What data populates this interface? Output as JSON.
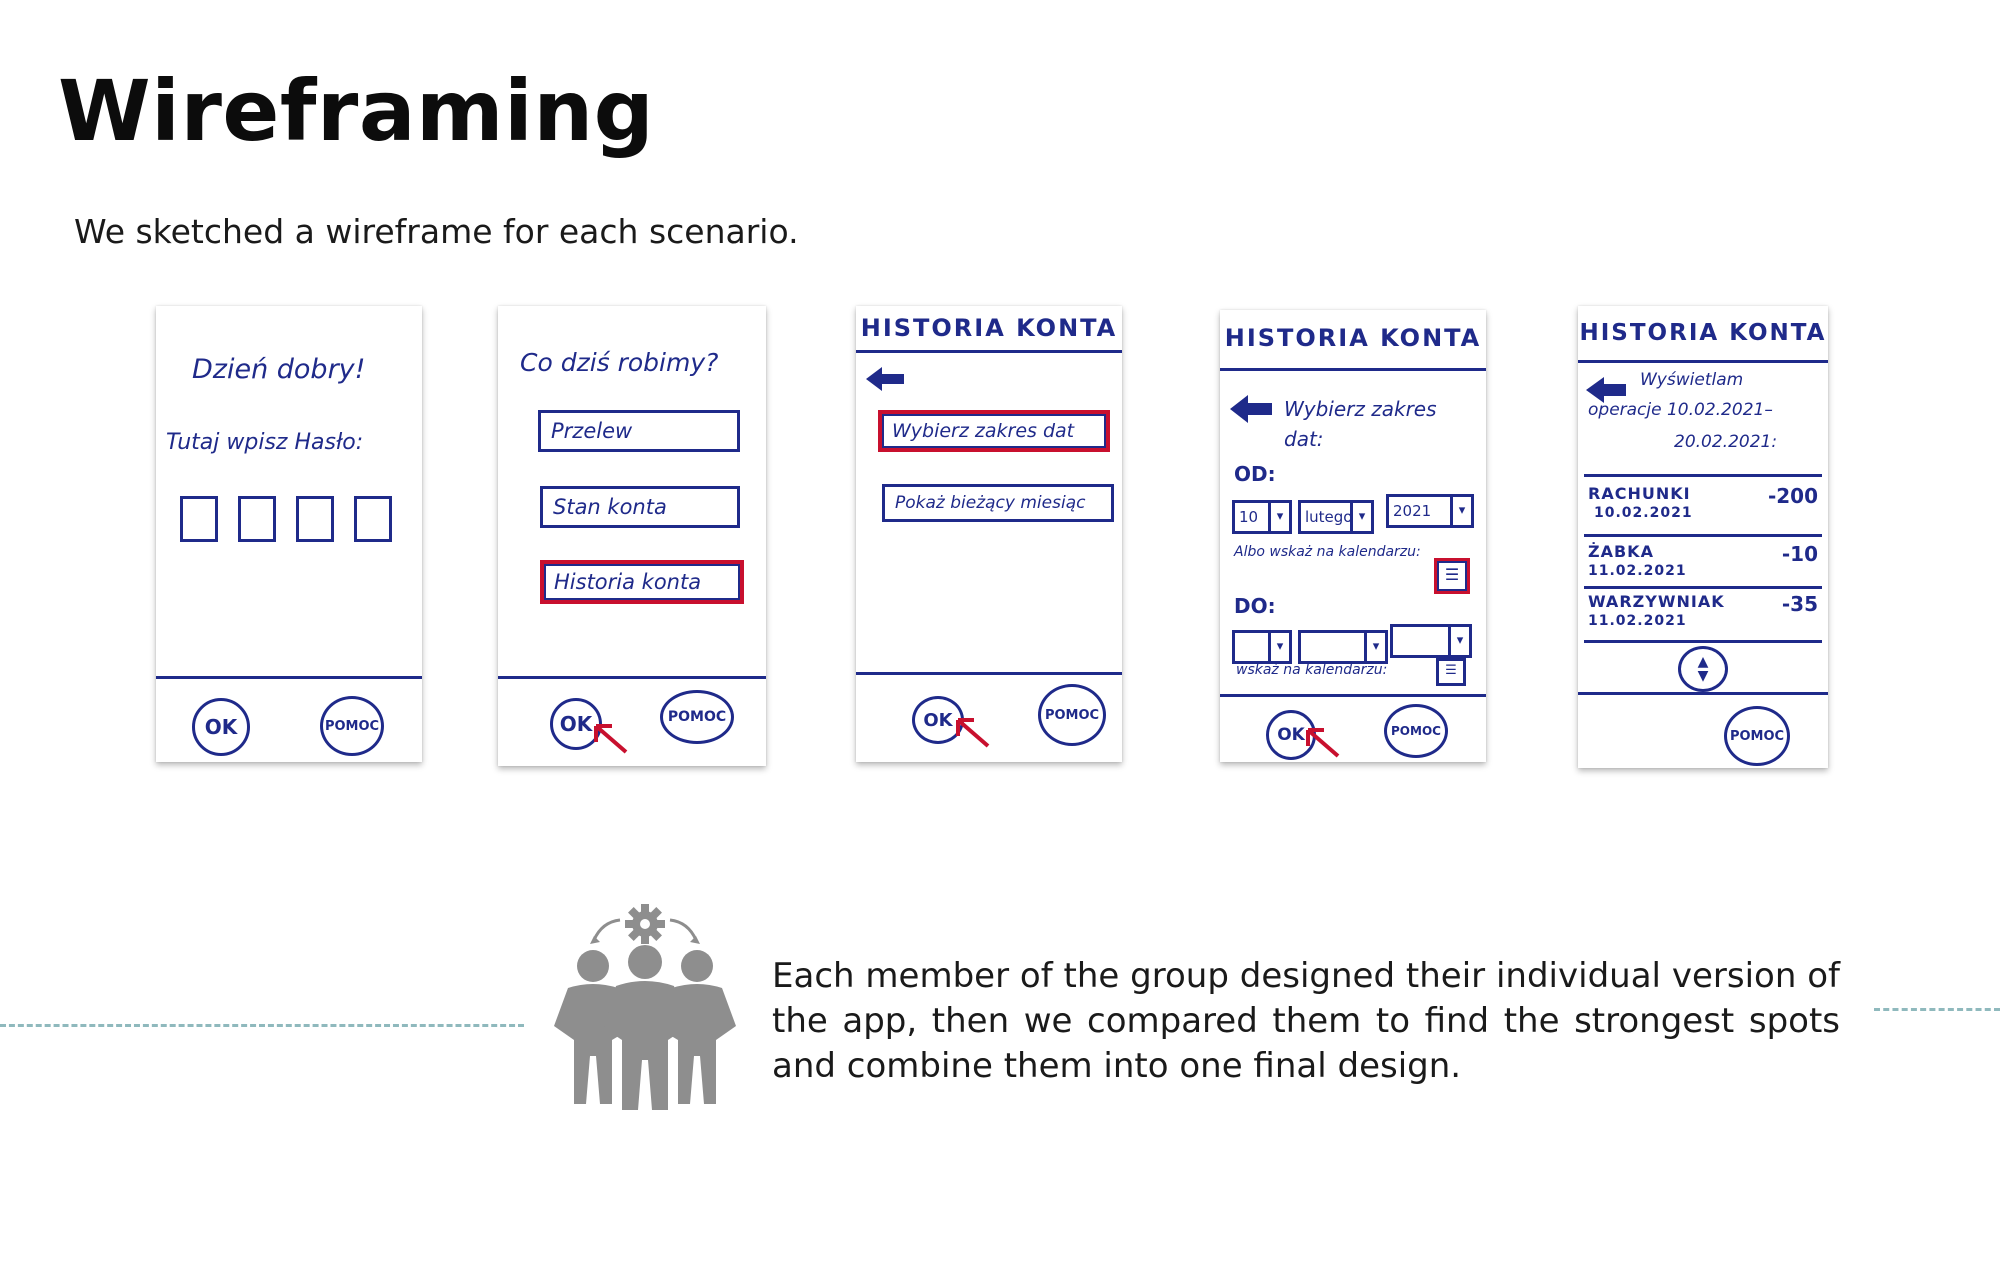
{
  "title": "Wireframing",
  "subtitle": "We sketched a wireframe for each scenario.",
  "wireframes": [
    {
      "greeting": "Dzień dobry!",
      "prompt": "Tutaj wpisz Hasło:",
      "ok": "OK",
      "help": "POMOC"
    },
    {
      "question": "Co dziś robimy?",
      "options": [
        "Przelew",
        "Stan konta",
        "Historia konta"
      ],
      "ok": "OK",
      "help": "POMOC"
    },
    {
      "header": "HISTORIA KONTA",
      "options": [
        "Wybierz zakres dat",
        "Pokaż bieżący miesiąc"
      ],
      "ok": "OK",
      "help": "POMOC"
    },
    {
      "header": "HISTORIA KONTA",
      "prompt": "Wybierz zakres dat:",
      "from_label": "OD:",
      "from_day": "10",
      "from_month": "lutego",
      "from_year": "2021",
      "calendar_hint": "Albo wskaż na kalendarzu:",
      "to_label": "DO:",
      "to_calendar_hint": "wskaż na kalendarzu:",
      "ok": "OK",
      "help": "POMOC"
    },
    {
      "header": "HISTORIA KONTA",
      "info_line1": "Wyświetlam",
      "info_line2": "operacje 10.02.2021–",
      "info_line3": "20.02.2021:",
      "transactions": [
        {
          "name": "RACHUNKI",
          "amount": "-200",
          "date": "10.02.2021"
        },
        {
          "name": "ŻABKA",
          "amount": "-10",
          "date": "11.02.2021"
        },
        {
          "name": "WARZYWNIAK",
          "amount": "-35",
          "date": "11.02.2021"
        }
      ],
      "help": "POMOC"
    }
  ],
  "team_text": "Each member of the group designed their individual version of the app, then we compared them to find the strongest spots and combine them into one final design.",
  "colors": {
    "ink": "#1f2a8a",
    "highlight": "#c8102e",
    "icon": "#8e8e8e",
    "dash": "#8fb9bd"
  },
  "icons": [
    "team-gear-icon",
    "back-arrow-icon",
    "cursor-arrow-icon",
    "calendar-icon",
    "scroll-updown-icon"
  ]
}
